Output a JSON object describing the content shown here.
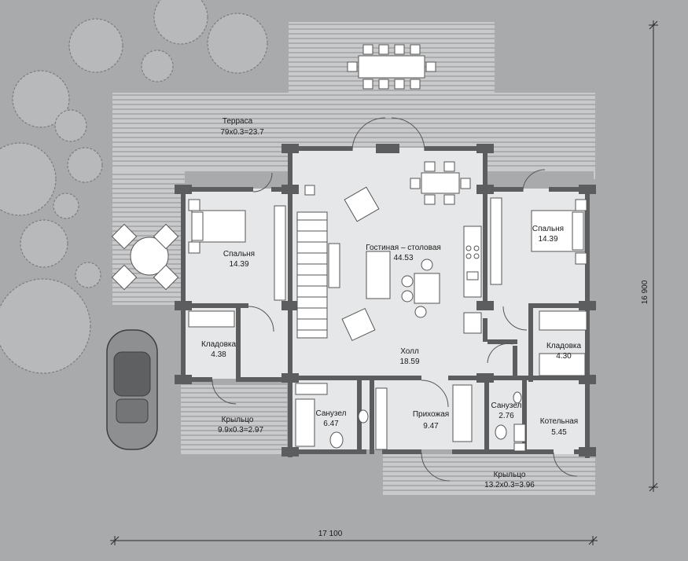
{
  "rooms": {
    "terrace": {
      "name": "Терраса",
      "area": "79x0.3=23.7"
    },
    "bedroom_left": {
      "name": "Спальня",
      "area": "14.39"
    },
    "living": {
      "name": "Гостиная – столовая",
      "area": "44.53"
    },
    "bedroom_right": {
      "name": "Спальня",
      "area": "14.39"
    },
    "storage_left": {
      "name": "Кладовка",
      "area": "4.38"
    },
    "hall": {
      "name": "Холл",
      "area": "18.59"
    },
    "storage_right": {
      "name": "Кладовка",
      "area": "4.30"
    },
    "porch_left": {
      "name": "Крыльцо",
      "area": "9.9x0.3=2.97"
    },
    "bath_left": {
      "name": "Санузел",
      "area": "6.47"
    },
    "entry": {
      "name": "Прихожая",
      "area": "9.47"
    },
    "bath_right": {
      "name": "Санузел",
      "area": "2.76"
    },
    "boiler": {
      "name": "Котельная",
      "area": "5.45"
    },
    "porch_bottom": {
      "name": "Крыльцо",
      "area": "13.2x0.3=3.96"
    }
  },
  "dimensions": {
    "width": "17 100",
    "height": "16 900"
  },
  "colors": {
    "background": "#a9aaab",
    "deck": "#c9cacb",
    "floor": "#e6e7e8",
    "wall": "#5c5d5f",
    "tree": "#b5b6b7"
  }
}
